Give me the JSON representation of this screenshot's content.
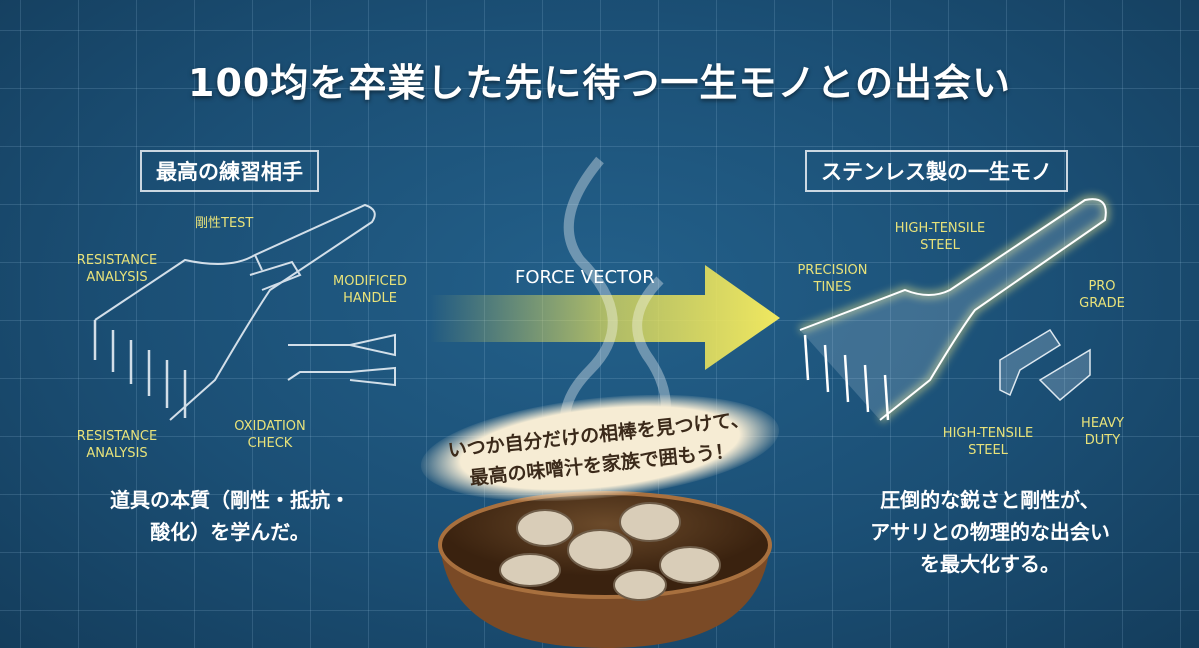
{
  "title": "100均を卒業した先に待つ一生モノとの出会い",
  "left": {
    "heading": "最高の練習相手",
    "labels": [
      "剛性TEST",
      "RESISTANCE ANALYSIS",
      "MODIFICED HANDLE",
      "OXIDATION CHECK",
      "RESISTANCE ANALYSIS"
    ],
    "body_lines": [
      "道具の本質（剛性・抵抗・",
      "酸化）を学んだ。"
    ]
  },
  "center": {
    "arrow_label": "FORCE VECTOR",
    "bubble_lines": [
      "いつか自分だけの相棒を見つけて、",
      "最高の味噌汁を家族で囲もう！"
    ]
  },
  "right": {
    "heading": "ステンレス製の一生モノ",
    "labels": [
      "HIGH-TENSILE STEEL",
      "PRECISION TINES",
      "PRO GRADE",
      "HIGH-TENSILE STEEL",
      "HEAVY DUTY"
    ],
    "body_lines": [
      "圧倒的な鋭さと剛性が、",
      "アサリとの物理的な出会い",
      "を最大化する。"
    ]
  },
  "colors": {
    "background": "#1b4f75",
    "label": "#e8e27a",
    "arrow": "#e9e25a"
  }
}
